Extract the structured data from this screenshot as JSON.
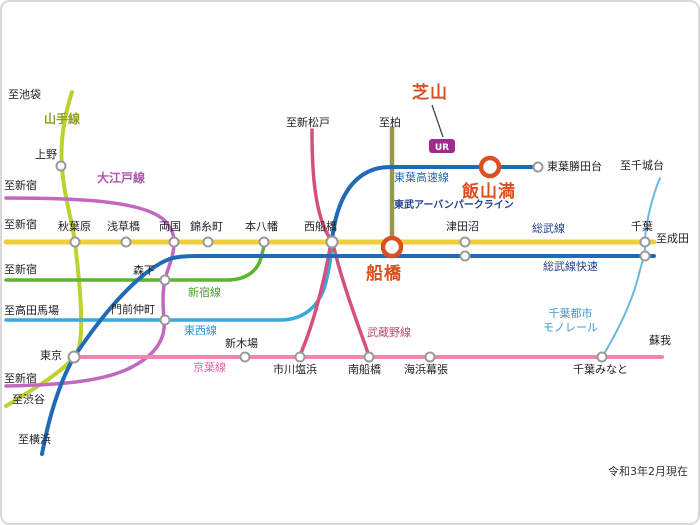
{
  "labels": {
    "to_ikebukuro": "至池袋",
    "yamanote": "山手線",
    "ueno": "上野",
    "to_shinjuku_oedo": "至新宿",
    "oedo": "大江戸線",
    "to_shinjuku_sobu": "至新宿",
    "akihabara": "秋葉原",
    "asakusabashi": "浅草橋",
    "ryogoku": "両国",
    "kinshicho": "錦糸町",
    "motoyawata": "本八幡",
    "nishi_funabashi": "西船橋",
    "tsudanuma": "津田沼",
    "chiba": "千葉",
    "to_narita": "至成田",
    "sobu_line": "総武線",
    "sobu_rapid_line": "総武線快速",
    "to_shinjuku_shinjuku_line": "至新宿",
    "morishita": "森下",
    "shinjuku_line": "新宿線",
    "to_takadanobaba": "至高田馬場",
    "monzen_nakacho": "門前仲町",
    "tozai_line": "東西線",
    "to_shinjuku_oedo_south": "至新宿",
    "tokyo": "東京",
    "to_shibuya": "至渋谷",
    "to_yokohama": "至横浜",
    "keiyo_line": "京葉線",
    "shin_kiba": "新木場",
    "ichikawa_shiohama": "市川塩浜",
    "minami_funabashi": "南船橋",
    "kaihin_makuhari": "海浜幕張",
    "chiba_minato": "千葉みなと",
    "soga": "蘇我",
    "musashino_line": "武蔵野線",
    "to_shin_matsudo": "至新松戸",
    "to_kashiwa": "至柏",
    "toyo_line": "東葉高速線",
    "tobu_urban_park_line": "東武アーバンパークライン",
    "toyo_katsutadai": "東葉勝田台",
    "to_chishirodai": "至千城台",
    "monorail_line1": "千葉都市",
    "monorail_line2": "モノレール",
    "funabashi": "船橋",
    "hasama": "飯山満",
    "shibayama": "芝山",
    "ur": "UR",
    "note": "令和3年2月現在"
  },
  "colors": {
    "highlight": "#dc4f21",
    "yamanote": "#bfd12f",
    "yamanote_text": "#8aa01d",
    "oedo": "#c169c1",
    "oedo_text": "#b055b0",
    "sobu_local": "#f0cd3a",
    "sobu_rapid": "#1f6bb8",
    "toyo_rapid": "#1f6bb8",
    "toyo_text": "#1f6bb8",
    "tobu_urban_park": "#93994d",
    "shinjuku_line": "#5cb531",
    "shinjuku_text": "#45a033",
    "tozai_line": "#39a8da",
    "tozai_text": "#2398cc",
    "keiyo_line": "#ee87b4",
    "keiyo_text": "#e2679f",
    "musashino_line": "#d5507d",
    "musashino_text": "#c24472",
    "monorail": "#6cb8e0",
    "monorail_text": "#3f9ad0",
    "navy_text": "#27418c",
    "station_ring": "#9a9a9a",
    "ur_badge": "#9b2d8f",
    "pointer": "#444444"
  }
}
